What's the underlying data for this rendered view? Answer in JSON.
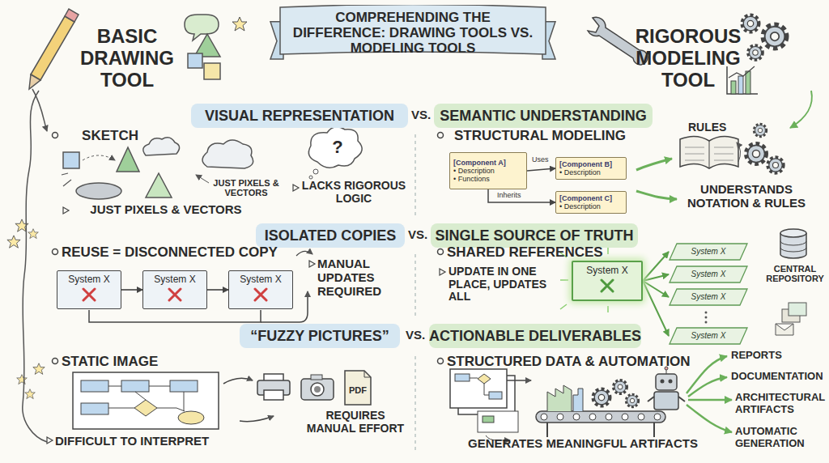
{
  "diagram": {
    "title": "COMPREHENDING THE DIFFERENCE: DRAWING TOOLS VS. MODELING TOOLS",
    "nodes": [
      {
        "text": [
          "COMPREHENDING THE DIFFERENCE: DRAWING TOOLS VS. MODELING TOOLS"
        ]
      },
      {
        "text": [
          "VISUAL REPRESENTATION"
        ]
      },
      {
        "text": [
          "SEMANTIC UNDERSTANDING"
        ]
      },
      {
        "text": [
          "[Component A]",
          "• Description",
          "• Functions"
        ]
      },
      {
        "text": [
          "[Component B]",
          "• Description"
        ]
      },
      {
        "text": [
          "[Component C]",
          "• Description"
        ]
      },
      {
        "text": [
          "ISOLATED COPIES"
        ]
      },
      {
        "text": [
          "SINGLE SOURCE OF TRUTH"
        ]
      },
      {
        "text": [
          "System X"
        ]
      },
      {
        "text": [
          "System X"
        ]
      },
      {
        "text": [
          "System X"
        ]
      },
      {
        "text": [
          "System X"
        ]
      },
      {
        "text": [
          "System X"
        ]
      },
      {
        "text": [
          "System X"
        ]
      },
      {
        "text": [
          "System X"
        ]
      },
      {
        "text": [
          "System X"
        ]
      },
      {
        "text": [
          "“FUZZY PICTURES”"
        ]
      },
      {
        "text": [
          "ACTIONABLE DELIVERABLES"
        ]
      }
    ],
    "edges": [
      {
        "from": 3,
        "to": 4,
        "arrow": "to",
        "label": "Uses"
      },
      {
        "from": 3,
        "to": 5,
        "arrow": "to",
        "label": "Inherits"
      },
      {
        "from": 8,
        "to": 9,
        "arrow": "to"
      },
      {
        "from": 9,
        "to": 10,
        "arrow": "to"
      },
      {
        "from": 11,
        "to": 12,
        "arrow": "to"
      },
      {
        "from": 11,
        "to": 13,
        "arrow": "to"
      },
      {
        "from": 11,
        "to": 14,
        "arrow": "to"
      },
      {
        "from": 11,
        "to": 15,
        "arrow": "to"
      }
    ],
    "labels": [
      "BASIC DRAWING TOOL",
      "RIGOROUS MODELING TOOL",
      "VS.",
      "SKETCH",
      "JUST PIXELS & VECTORS",
      "?",
      "LACKS RIGOROUS LOGIC",
      "JUST PIXELS & VECTORS",
      "STRUCTURAL MODELING",
      "RULES",
      "UNDERSTANDS NOTATION & RULES",
      "VS.",
      "REUSE = DISCONNECTED COPY",
      "MANUAL UPDATES REQUIRED",
      "SHARED REFERENCES",
      "UPDATE IN ONE PLACE, UPDATES ALL",
      "CENTRAL REPOSITORY",
      "VS.",
      "STATIC IMAGE",
      "PDF",
      "REQUIRES MANUAL EFFORT",
      "DIFFICULT TO INTERPRET",
      "STRUCTURED DATA & AUTOMATION",
      "REPORTS",
      "DOCUMENTATION",
      "ARCHITECTURAL ARTIFACTS",
      "AUTOMATIC GENERATION",
      "GENERATES MEANINGFUL ARTIFACTS"
    ]
  }
}
